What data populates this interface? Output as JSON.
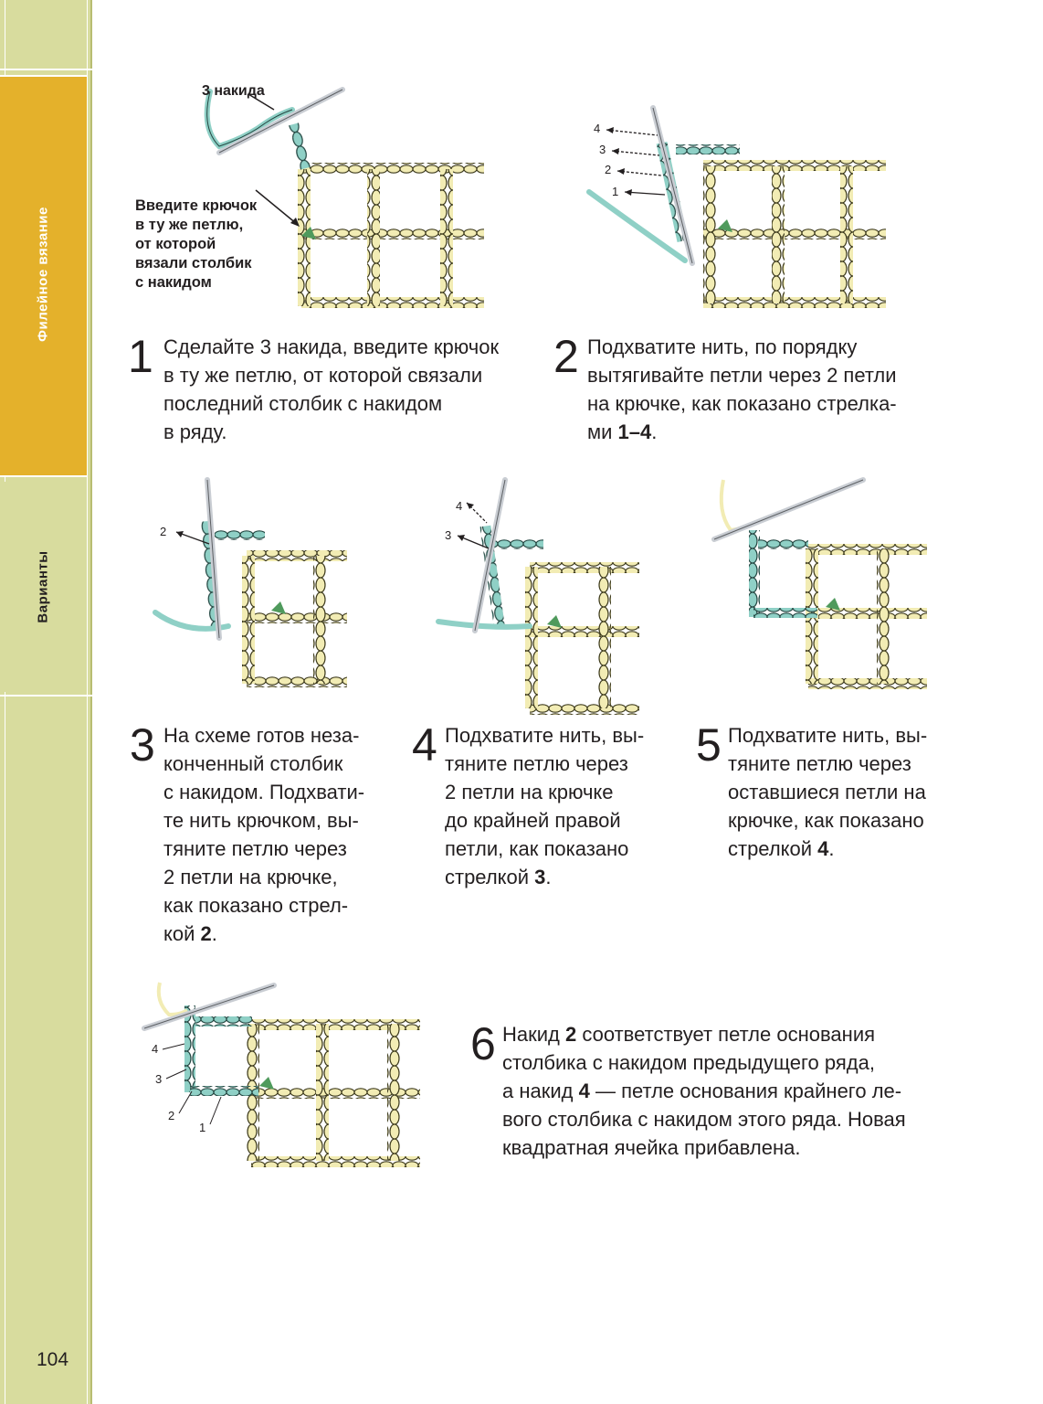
{
  "sidebar": {
    "active_tab": "Филейное вязание",
    "inactive_tab": "Варианты",
    "page_number": "104"
  },
  "figure1": {
    "label_top": "3 накида",
    "callout_lines": [
      "Введите крючок",
      "в ту же петлю,",
      "от которой",
      "вязали столбик",
      "с накидом"
    ]
  },
  "figure2": {
    "arrows": [
      "4",
      "3",
      "2",
      "1"
    ]
  },
  "figure3": {
    "arrows": [
      "2"
    ]
  },
  "figure4": {
    "arrows": [
      "4",
      "3"
    ]
  },
  "figure6": {
    "arrows": [
      "4",
      "3",
      "2",
      "1"
    ]
  },
  "steps": [
    {
      "number": "1",
      "lines": [
        "Сделайте 3 накида, введите крючок",
        "в ту же петлю, от которой связали",
        "последний столбик с накидом",
        "в ряду."
      ]
    },
    {
      "number": "2",
      "lines": [
        "Подхватите нить, по порядку",
        "вытягивайте петли через 2 петли",
        "на крючке, как показано стрелка-"
      ],
      "last_pre": "ми ",
      "last_bold": "1–4",
      "last_post": "."
    },
    {
      "number": "3",
      "lines": [
        "На схеме готов неза-",
        "конченный столбик",
        "с накидом. Подхвати-",
        "те нить крючком, вы-",
        "тяните петлю через",
        "2 петли на крючке,",
        "как показано стрел-"
      ],
      "last_pre": "кой ",
      "last_bold": "2",
      "last_post": "."
    },
    {
      "number": "4",
      "lines": [
        "Подхватите нить, вы-",
        "тяните петлю через",
        "2 петли на крючке",
        "до крайней правой",
        "петли, как показано"
      ],
      "last_pre": "стрелкой ",
      "last_bold": "3",
      "last_post": "."
    },
    {
      "number": "5",
      "lines": [
        "Подхватите нить, вы-",
        "тяните петлю через",
        "оставшиеся петли на",
        "крючке, как показано"
      ],
      "last_pre": "стрелкой ",
      "last_bold": "4",
      "last_post": "."
    },
    {
      "number": "6",
      "line1_pre": "Накид ",
      "line1_bold": "2",
      "line1_post": " соответствует петле основания",
      "line2": "столбика с накидом предыдущего ряда,",
      "line3_pre": "а накид ",
      "line3_bold": "4",
      "line3_post": " — петле основания крайнего ле-",
      "line4": "вого столбика с накидом этого ряда. Новая",
      "line5": "квадратная ячейка прибавлена."
    }
  ],
  "colors": {
    "yarn_cream": "#f2ecb4",
    "yarn_blue": "#8fd0c6",
    "yarn_green": "#4f9a5c",
    "sidebar_green": "#d8dc9e",
    "tab_gold": "#e4b12b",
    "hook_grey": "#c9cdd3"
  }
}
